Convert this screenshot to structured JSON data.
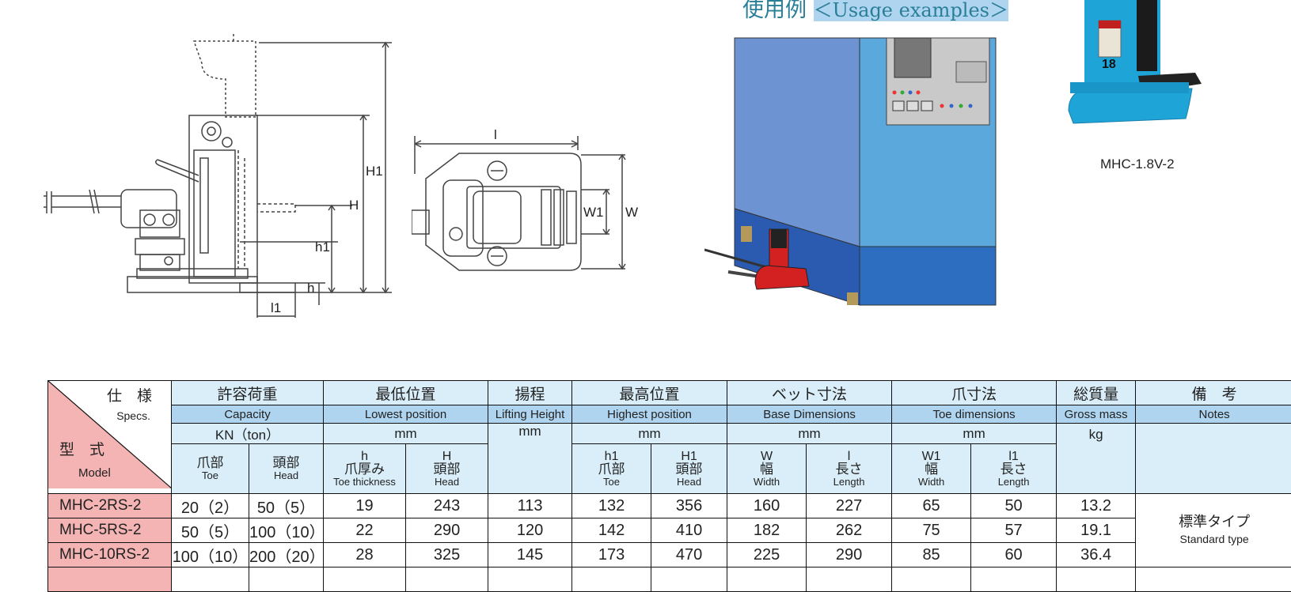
{
  "usage": {
    "title_jp": "使用例",
    "title_en": "＜Usage examples＞"
  },
  "photo": {
    "caption": "MHC-1.8V-2",
    "plate_text": "18"
  },
  "drawing": {
    "labels": {
      "H1": "H1",
      "H": "H",
      "h1": "h1",
      "h": "h",
      "l1": "l1",
      "l": "l",
      "W1": "W1",
      "W": "W"
    }
  },
  "table": {
    "corner": {
      "spec_jp": "仕　様",
      "spec_en": "Specs.",
      "model_jp": "型　式",
      "model_en": "Model"
    },
    "headers": {
      "capacity": {
        "jp": "許容荷重",
        "en": "Capacity",
        "unit": "KN（ton）"
      },
      "lowest": {
        "jp": "最低位置",
        "en": "Lowest position",
        "unit": "mm"
      },
      "lift": {
        "jp": "揚程",
        "en": "Lifting Height",
        "unit": "mm"
      },
      "highest": {
        "jp": "最高位置",
        "en": "Highest position",
        "unit": "mm"
      },
      "base": {
        "jp": "ベット寸法",
        "en": "Base Dimensions",
        "unit": "mm"
      },
      "toe": {
        "jp": "爪寸法",
        "en": "Toe dimensions",
        "unit": "mm"
      },
      "mass": {
        "jp": "総質量",
        "en": "Gross mass",
        "unit": "kg"
      },
      "notes": {
        "jp": "備　考",
        "en": "Notes"
      }
    },
    "sub": {
      "cap_toe": {
        "jp": "爪部",
        "en": "Toe"
      },
      "cap_head": {
        "jp": "頭部",
        "en": "Head"
      },
      "low_h": {
        "sym": "h",
        "jp": "爪厚み",
        "en": "Toe thickness"
      },
      "low_H": {
        "sym": "H",
        "jp": "頭部",
        "en": "Head"
      },
      "high_h1": {
        "sym": "h1",
        "jp": "爪部",
        "en": "Toe"
      },
      "high_H1": {
        "sym": "H1",
        "jp": "頭部",
        "en": "Head"
      },
      "base_W": {
        "sym": "W",
        "jp": "幅",
        "en": "Width"
      },
      "base_l": {
        "sym": "l",
        "jp": "長さ",
        "en": "Length"
      },
      "toe_W1": {
        "sym": "W1",
        "jp": "幅",
        "en": "Width"
      },
      "toe_l1": {
        "sym": "l1",
        "jp": "長さ",
        "en": "Length"
      }
    },
    "rows": [
      {
        "model": "MHC-2RS-2",
        "cap_toe": "20（2）",
        "cap_head": "50（5）",
        "h": "19",
        "H": "243",
        "lift": "113",
        "h1": "132",
        "H1": "356",
        "W": "160",
        "l": "227",
        "W1": "65",
        "l1": "50",
        "mass": "13.2"
      },
      {
        "model": "MHC-5RS-2",
        "cap_toe": "50（5）",
        "cap_head": "100（10）",
        "h": "22",
        "H": "290",
        "lift": "120",
        "h1": "142",
        "H1": "410",
        "W": "182",
        "l": "262",
        "W1": "75",
        "l1": "57",
        "mass": "19.1"
      },
      {
        "model": "MHC-10RS-2",
        "cap_toe": "100（10）",
        "cap_head": "200（20）",
        "h": "28",
        "H": "325",
        "lift": "145",
        "h1": "173",
        "H1": "470",
        "W": "225",
        "l": "290",
        "W1": "85",
        "l1": "60",
        "mass": "36.4"
      }
    ],
    "note": {
      "jp": "標準タイプ",
      "en": "Standard type"
    }
  }
}
